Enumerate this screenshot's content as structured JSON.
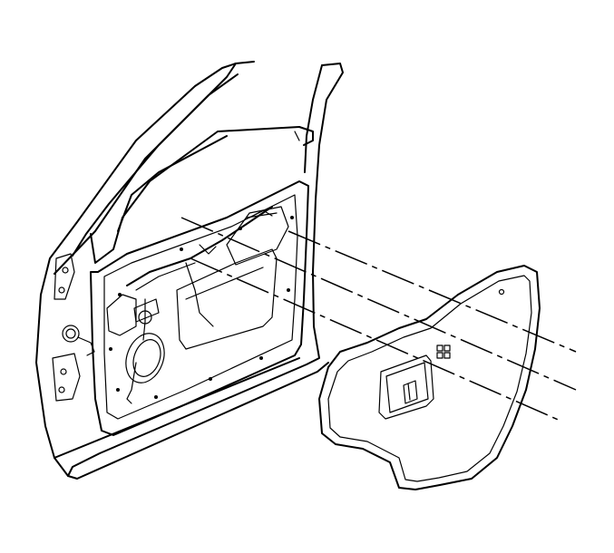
{
  "diagram": {
    "parts": [
      {
        "name": "door-frame",
        "kind": "line-art"
      },
      {
        "name": "door-inner-panel",
        "kind": "line-art"
      },
      {
        "name": "wiring-harness",
        "kind": "line-art"
      },
      {
        "name": "speaker-opening",
        "kind": "line-art"
      },
      {
        "name": "door-water-deflector",
        "kind": "line-art"
      },
      {
        "name": "deflector-handle-opening",
        "kind": "line-art"
      },
      {
        "name": "deflector-switch-opening",
        "kind": "line-art"
      }
    ],
    "leader_lines": 3,
    "line_color": "#000000",
    "background_color": "#ffffff"
  }
}
